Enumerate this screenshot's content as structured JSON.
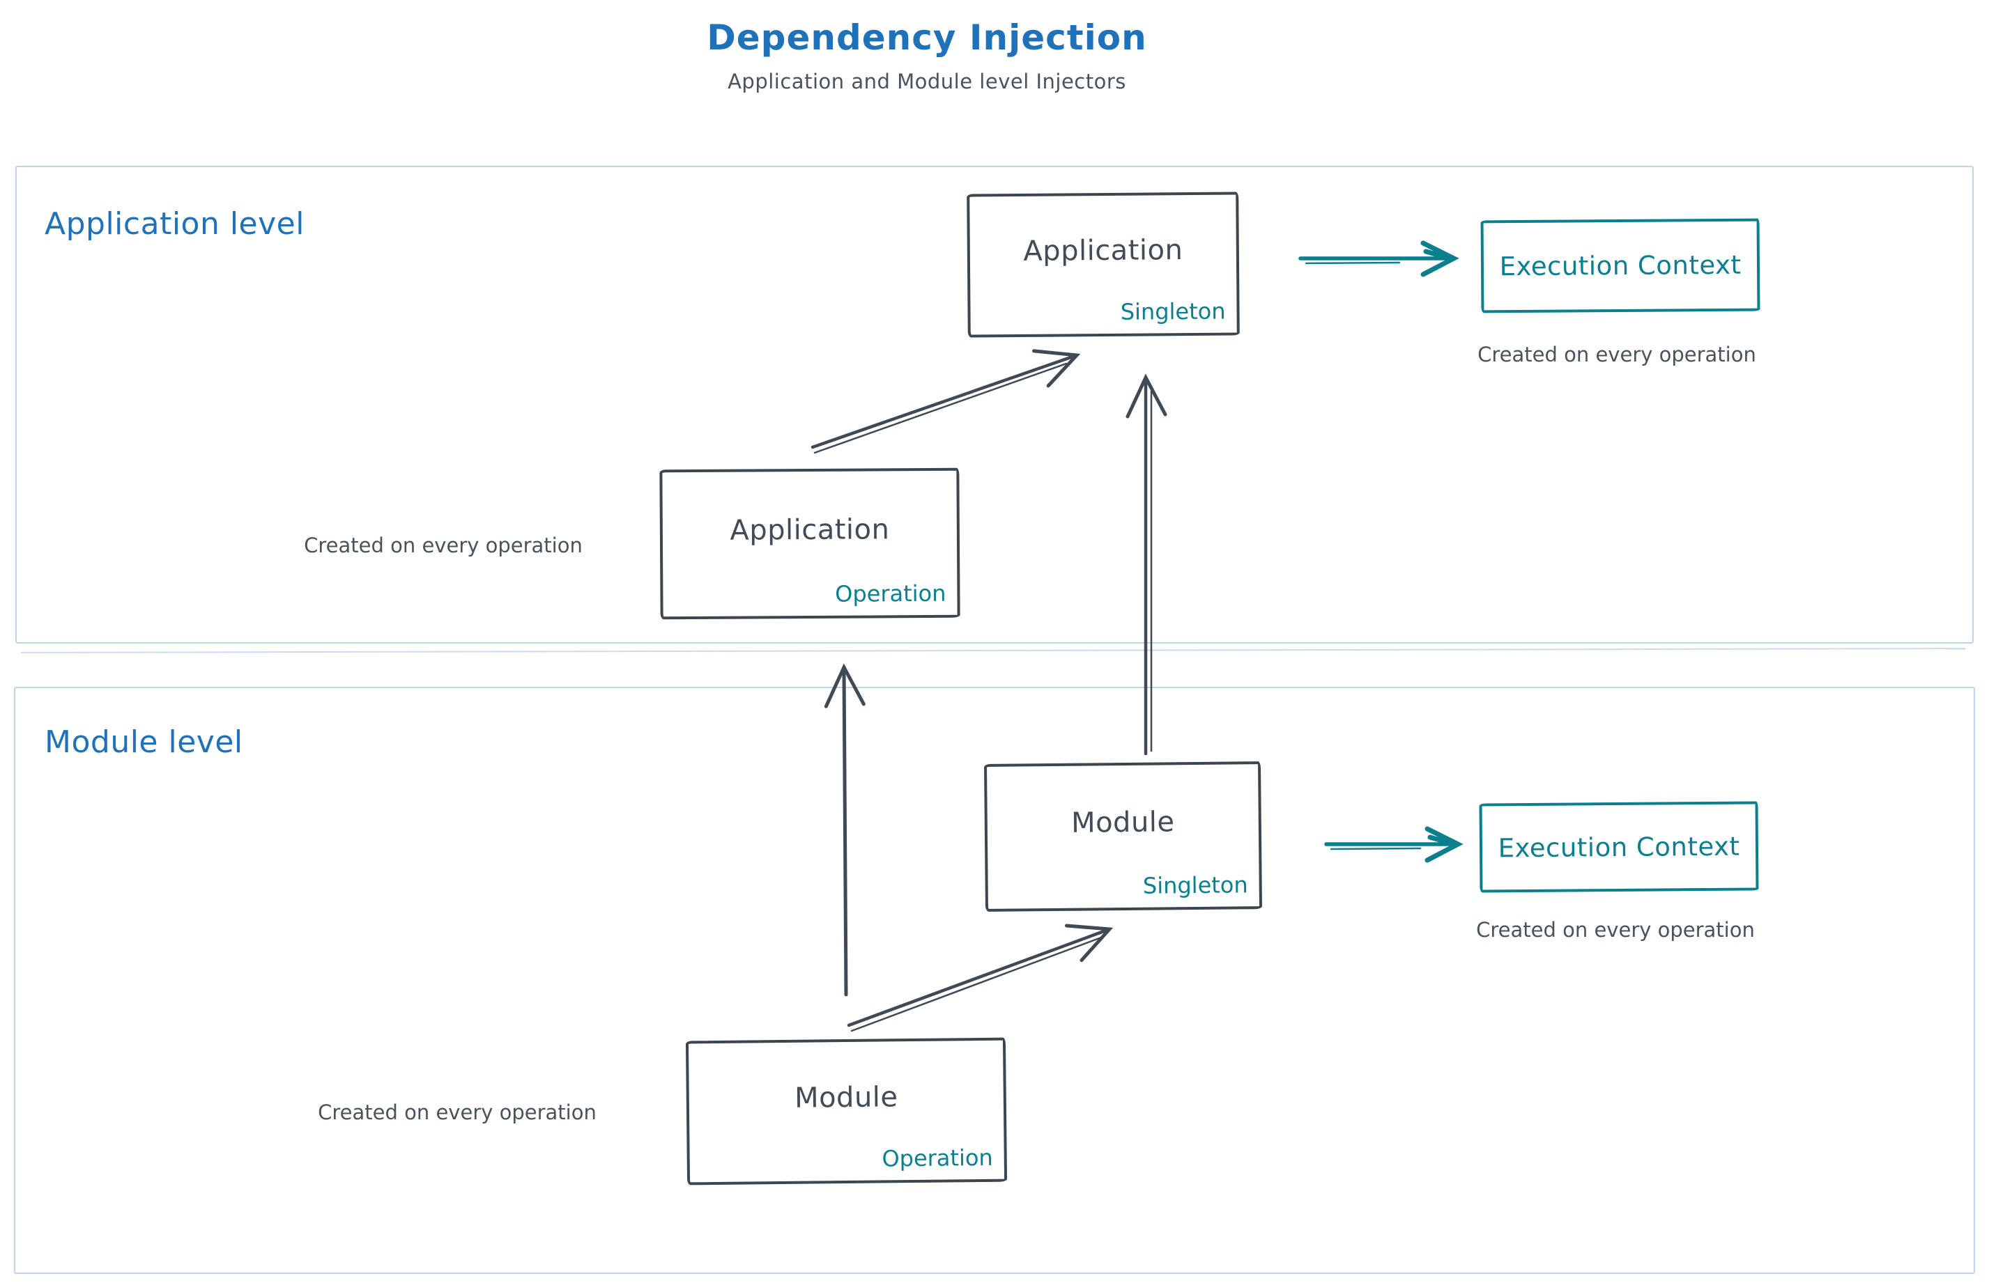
{
  "header": {
    "title": "Dependency Injection",
    "subtitle": "Application and Module level Injectors"
  },
  "sections": {
    "application": {
      "label": "Application level"
    },
    "module": {
      "label": "Module level"
    }
  },
  "boxes": {
    "app_singleton": {
      "title": "Application",
      "tag": "Singleton"
    },
    "app_operation": {
      "title": "Application",
      "tag": "Operation"
    },
    "app_execution_context": {
      "label": "Execution Context"
    },
    "module_singleton": {
      "title": "Module",
      "tag": "Singleton"
    },
    "module_operation": {
      "title": "Module",
      "tag": "Operation"
    },
    "module_execution_context": {
      "label": "Execution Context"
    }
  },
  "notes": {
    "app_execution_context": "Created on every operation",
    "app_operation": "Created on every operation",
    "module_execution_context": "Created on every operation",
    "module_operation": "Created on every operation"
  },
  "colors": {
    "title_blue": "#1f72ba",
    "teal": "#0c7f8f",
    "slate": "#3b4650",
    "section_border": "#bfd4ea"
  }
}
